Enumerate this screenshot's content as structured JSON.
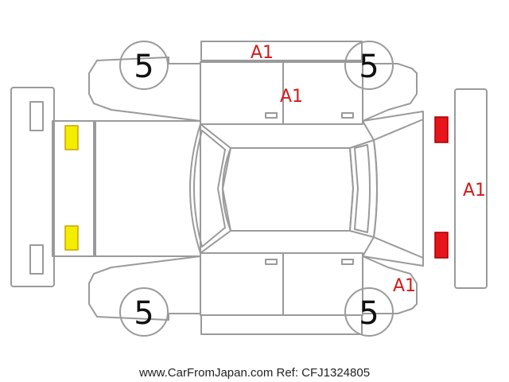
{
  "diagram": {
    "tire_grades": {
      "front_left": "5",
      "rear_left": "5",
      "front_right": "5",
      "rear_right": "5"
    },
    "damage_marks": {
      "top_rear_panel": "A1",
      "rear_left_door": "A1",
      "front_bumper": "A1",
      "front_right_fender": "A1"
    },
    "colors": {
      "outline": "#9a9a9a",
      "damage_text": "#d41a1a",
      "rear_lamp_fill": "#f3ee00",
      "rear_lamp_stroke": "#c8a400",
      "front_lamp_fill": "#e8141c",
      "front_lamp_stroke": "#a00000",
      "footer_text": "#222222"
    }
  },
  "footer": {
    "caption": "www.CarFromJapan.com Ref: CFJ1324805"
  }
}
